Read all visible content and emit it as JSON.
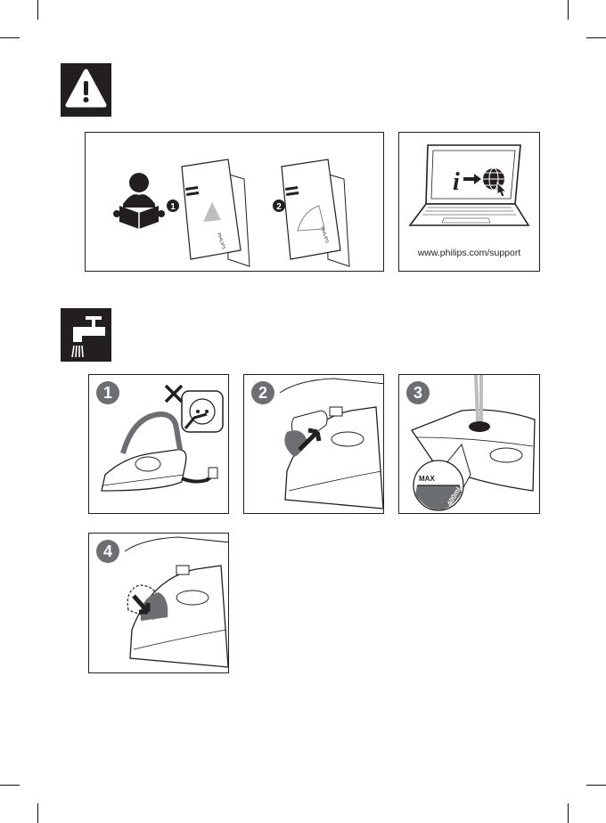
{
  "page": {
    "background": "#ffffff",
    "accent": "#231f20",
    "gray": "#6d6e71"
  },
  "sections": {
    "warning": {
      "icon": "warning-triangle-icon"
    },
    "water": {
      "icon": "water-tap-icon"
    }
  },
  "intro": {
    "manual_steps": [
      "1",
      "2"
    ],
    "brand": "PHILIPS",
    "support_url": "www.philips.com/support"
  },
  "steps": [
    {
      "number": "1",
      "description_icon": "unplug-iron-icon"
    },
    {
      "number": "2",
      "description_icon": "open-filling-door-icon"
    },
    {
      "number": "3",
      "description_icon": "fill-water-tank-icon",
      "label": "MAX",
      "capacity": "400ml"
    },
    {
      "number": "4",
      "description_icon": "close-filling-door-icon"
    }
  ]
}
